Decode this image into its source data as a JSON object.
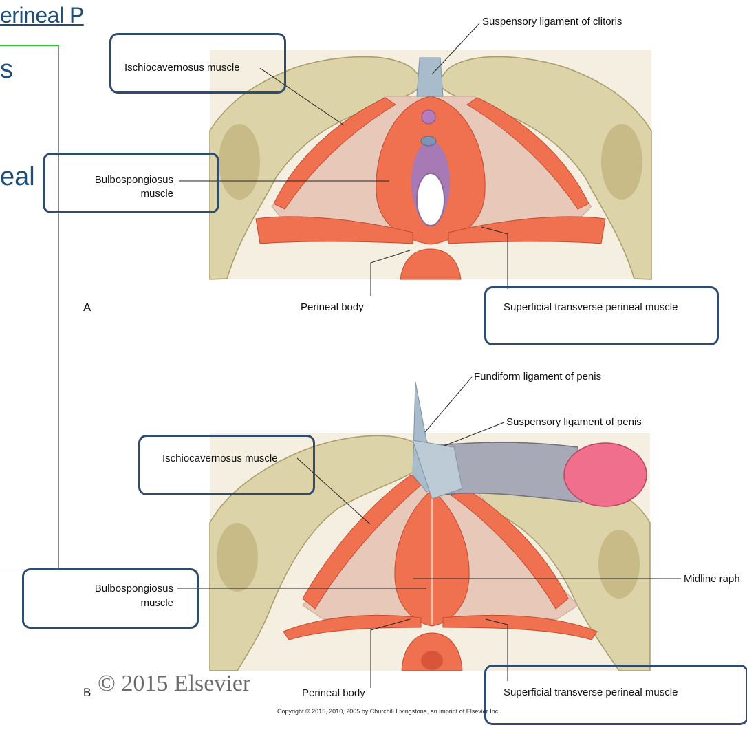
{
  "slide": {
    "link_fragment": "erineal P",
    "text_fragment_1": "s",
    "text_fragment_2": "eal"
  },
  "figure_a": {
    "letter": "A",
    "labels": {
      "suspensory_clitoris": "Suspensory ligament of clitoris",
      "ischiocavernosus": "Ischiocavernosus muscle",
      "bulbospongiosus_1": "Bulbospongiosus",
      "bulbospongiosus_2": "muscle",
      "perineal_body": "Perineal body",
      "superficial_transverse": "Superficial transverse perineal muscle"
    }
  },
  "figure_b": {
    "letter": "B",
    "labels": {
      "fundiform_penis": "Fundiform ligament of penis",
      "suspensory_penis": "Suspensory ligament of penis",
      "ischiocavernosus": "Ischiocavernosus muscle",
      "bulbospongiosus_1": "Bulbospongiosus",
      "bulbospongiosus_2": "muscle",
      "midline_raphe": "Midline raph",
      "perineal_body": "Perineal body",
      "superficial_transverse": "Superficial transverse perineal muscle"
    }
  },
  "footer": {
    "elsevier": "© 2015 Elsevier",
    "copyright": "Copyright © 2015, 2010, 2005 by Churchill Livingstone, an imprint of Elsevier Inc."
  },
  "colors": {
    "bone": "#ddd3a8",
    "bone_shadow": "#b9ac78",
    "muscle": "#ef7150",
    "muscle_dark": "#d8553a",
    "membrane": "#e8c8b8",
    "ligament": "#a9bccb",
    "callout_border": "#2f4b6e",
    "glans": "#f06f8c"
  }
}
